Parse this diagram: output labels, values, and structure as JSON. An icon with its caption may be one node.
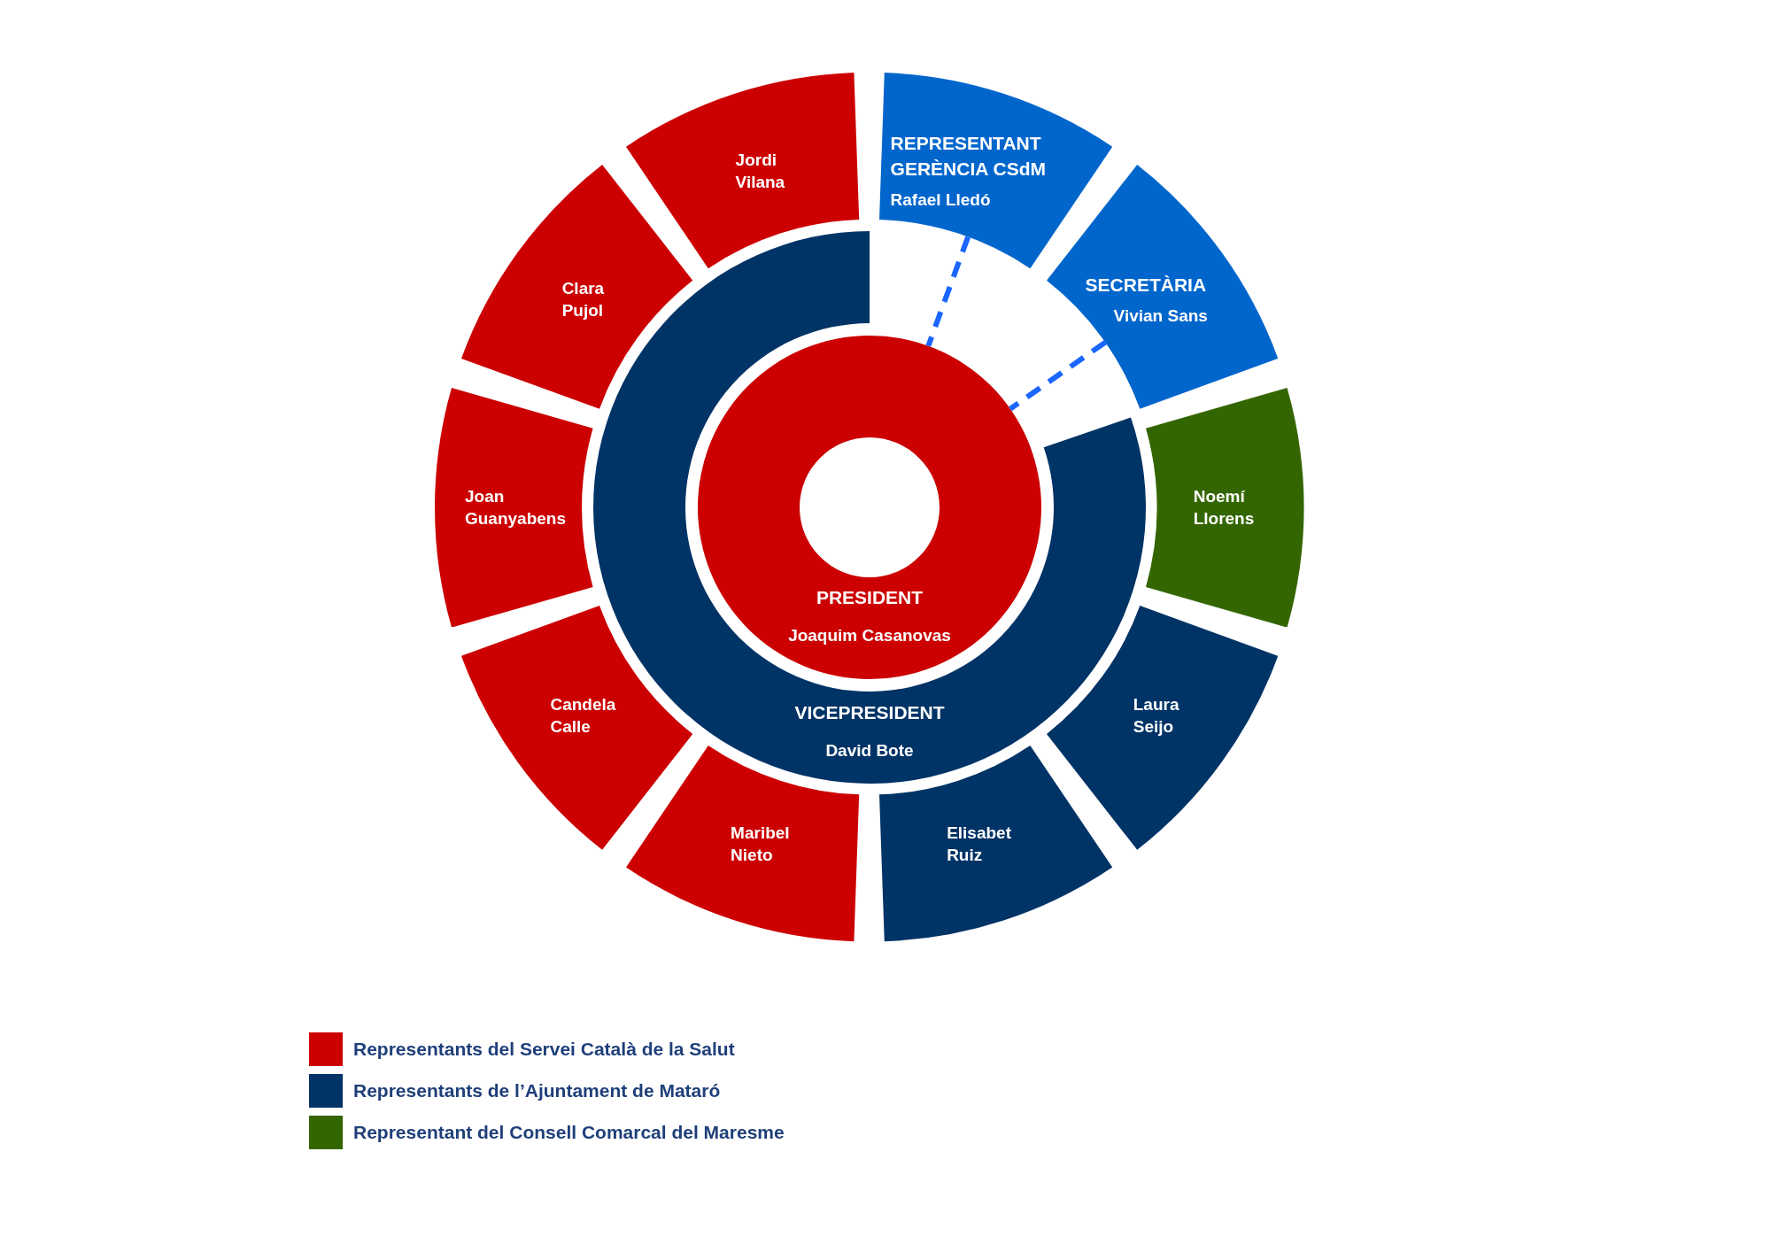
{
  "diagram": {
    "nodes": [
      {
        "text": [
          "PRESIDENT",
          "Joaquim Casanovas"
        ]
      },
      {
        "text": [
          "VICEPRESIDENT",
          "David Bote"
        ]
      },
      {
        "text": [
          "REPRESENTANT GERÈNCIA CSdM",
          "Rafael Lledó"
        ]
      },
      {
        "text": [
          "SECRETÀRIA",
          "Vivian Sans"
        ]
      },
      {
        "text": [
          "Noemí Llorens"
        ]
      },
      {
        "text": [
          "Laura Seijo"
        ]
      },
      {
        "text": [
          "Elisabet Ruiz"
        ]
      },
      {
        "text": [
          "Maribel Nieto"
        ]
      },
      {
        "text": [
          "Candela Calle"
        ]
      },
      {
        "text": [
          "Joan Guanyabens"
        ]
      },
      {
        "text": [
          "Clara Pujol"
        ]
      },
      {
        "text": [
          "Jordi Vilana"
        ]
      }
    ],
    "edges": [
      {
        "from": 2,
        "to": 0,
        "arrow": "none",
        "style": "dashed",
        "color": "#1a66ff"
      },
      {
        "from": 3,
        "to": 0,
        "arrow": "none",
        "style": "dashed",
        "color": "#1a66ff"
      }
    ],
    "legend": [
      {
        "text": "Representants del Servei Català de la Salut",
        "color": "#cc0000"
      },
      {
        "text": "Representants de l’Ajuntament de Mataró",
        "color": "#003366"
      },
      {
        "text": "Representant del Consell Comarcal del Maresme",
        "color": "#336600"
      }
    ]
  }
}
